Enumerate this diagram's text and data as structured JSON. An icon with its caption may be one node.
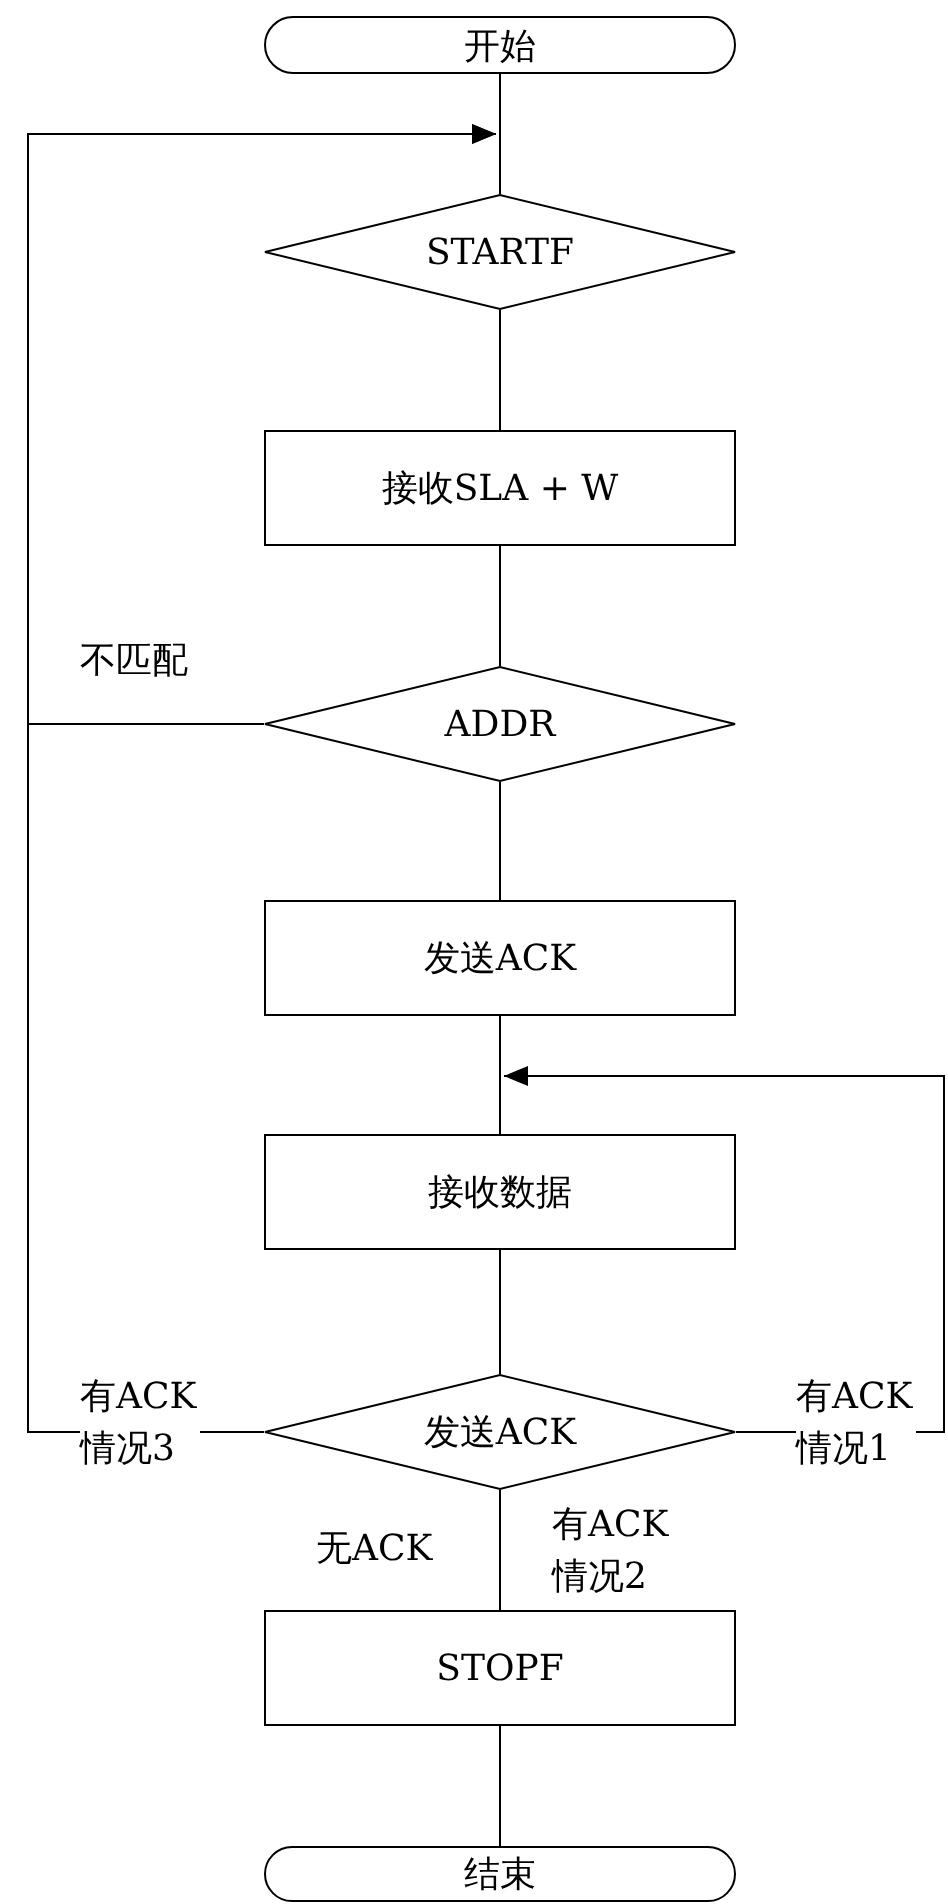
{
  "diagram": {
    "nodes": [
      {
        "text": [
          "开始"
        ]
      },
      {
        "text": [
          "STARTF"
        ]
      },
      {
        "text": [
          "接收SLA + W"
        ]
      },
      {
        "text": [
          "ADDR"
        ]
      },
      {
        "text": [
          "发送ACK"
        ]
      },
      {
        "text": [
          "接收数据"
        ]
      },
      {
        "text": [
          "发送ACK"
        ]
      },
      {
        "text": [
          "STOPF"
        ]
      },
      {
        "text": [
          "结束"
        ]
      }
    ],
    "edges": [
      {
        "from": 0,
        "to": 1,
        "arrow": "none"
      },
      {
        "from": 1,
        "to": 2,
        "arrow": "none"
      },
      {
        "from": 2,
        "to": 3,
        "arrow": "none"
      },
      {
        "from": 3,
        "to": 4,
        "arrow": "none"
      },
      {
        "from": 4,
        "to": 5,
        "arrow": "none"
      },
      {
        "from": 5,
        "to": 6,
        "arrow": "none"
      },
      {
        "from": 6,
        "to": 7,
        "arrow": "none",
        "label": "无ACK"
      },
      {
        "from": 7,
        "to": 8,
        "arrow": "none"
      },
      {
        "from": 3,
        "to": 1,
        "arrow": "to",
        "label": "不匹配"
      },
      {
        "from": 6,
        "to": 1,
        "arrow": "to",
        "label": "有ACK 情况3"
      },
      {
        "from": 6,
        "to": 5,
        "arrow": "to",
        "label": "有ACK 情况1"
      }
    ],
    "labels": [
      "有ACK 情况2"
    ]
  }
}
